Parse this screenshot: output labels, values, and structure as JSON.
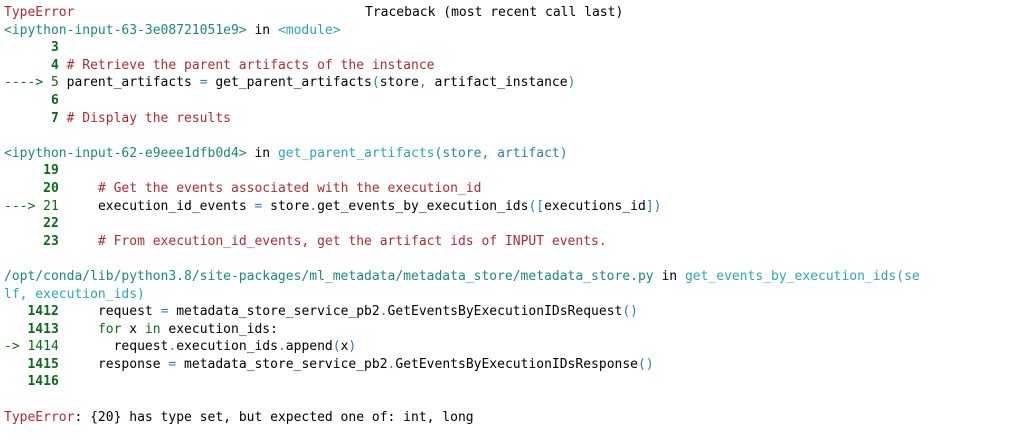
{
  "header": {
    "error_name": "TypeError",
    "title": "Traceback (most recent call last)"
  },
  "frames": [
    {
      "location": "<ipython-input-63-3e08721051e9>",
      "in_word": " in ",
      "func": "<module>",
      "lines": [
        {
          "num": "3",
          "code": ""
        },
        {
          "num": "4",
          "code": "# Retrieve the parent artifacts of the instance"
        },
        {
          "num": "5",
          "current": true,
          "code": "parent_artifacts = get_parent_artifacts(store, artifact_instance)"
        },
        {
          "num": "6",
          "code": ""
        },
        {
          "num": "7",
          "code": "# Display the results"
        }
      ]
    },
    {
      "location": "<ipython-input-62-e9eee1dfb0d4>",
      "in_word": " in ",
      "func": "get_parent_artifacts",
      "args": "(store, artifact)",
      "lines": [
        {
          "num": "19",
          "code": ""
        },
        {
          "num": "20",
          "code": "# Get the events associated with the execution_id"
        },
        {
          "num": "21",
          "current": true,
          "code": "execution_id_events = store.get_events_by_execution_ids([executions_id])"
        },
        {
          "num": "22",
          "code": ""
        },
        {
          "num": "23",
          "code": "# From execution_id_events, get the artifact ids of INPUT events."
        }
      ]
    },
    {
      "location": "/opt/conda/lib/python3.8/site-packages/ml_metadata/metadata_store/metadata_store.py",
      "in_word": " in ",
      "func_part1": "get_events_by_execution_ids(se",
      "func_part2": "lf, execution_ids)",
      "lines": [
        {
          "num": "1412",
          "code": "request = metadata_store_service_pb2.GetEventsByExecutionIDsRequest()"
        },
        {
          "num": "1413",
          "code": "for x in execution_ids:"
        },
        {
          "num": "1414",
          "current": true,
          "code": "request.execution_ids.append(x)"
        },
        {
          "num": "1415",
          "code": "response = metadata_store_service_pb2.GetEventsByExecutionIDsResponse()"
        },
        {
          "num": "1416",
          "code": ""
        }
      ]
    }
  ],
  "arrows": {
    "long": "---->",
    "medium": "--->",
    "short": "->"
  },
  "footer": {
    "error_name": "TypeError",
    "message": ": {20} has type set, but expected one of: int, long"
  }
}
